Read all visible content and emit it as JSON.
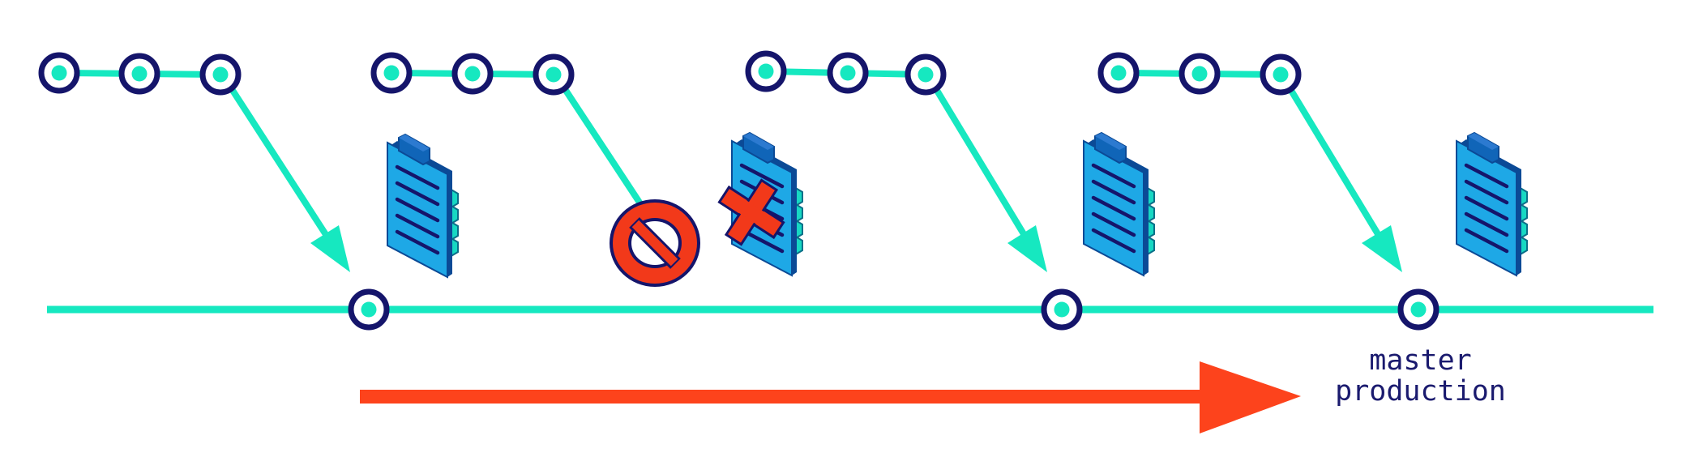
{
  "colors": {
    "branch_line": "#16e8c0",
    "node_ring": "#15156b",
    "node_fill": "#ffffff",
    "node_dot": "#16e8c0",
    "doc_blue": "#1ea8e6",
    "doc_dark": "#1065b8",
    "doc_edge": "#0b4a96",
    "block_teal": "#17d8c3",
    "reject_red": "#f2391a",
    "progress_arrow": "#fd431c",
    "label_text": "#1a1a6e"
  },
  "main_branch": {
    "label_line1": "master",
    "label_line2": "production"
  },
  "feature_branches": [
    {
      "nodes": 3,
      "merged": true,
      "rejected": false
    },
    {
      "nodes": 3,
      "merged": false,
      "rejected": true
    },
    {
      "nodes": 3,
      "merged": true,
      "rejected": false
    },
    {
      "nodes": 3,
      "merged": true,
      "rejected": false
    }
  ],
  "icons": {
    "document": "checklist-document-icon",
    "blocked": "prohibited-icon",
    "rejected": "x-mark-icon",
    "timeline": "right-arrow-icon"
  }
}
